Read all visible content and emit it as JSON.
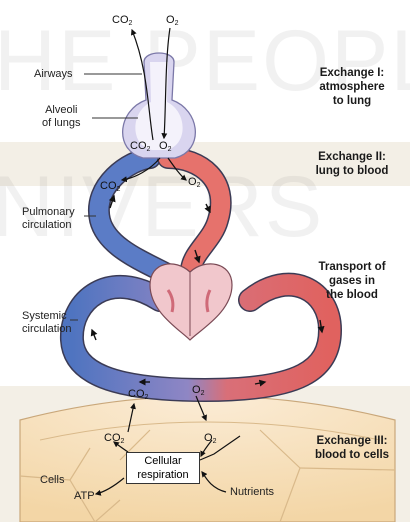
{
  "header": {
    "title": ""
  },
  "watermark": {
    "line1": "HE PEOPL",
    "line2": "NIVERS"
  },
  "stages": [
    {
      "id": "exchange1",
      "lines": [
        "Exchange I:",
        "atmosphere",
        "to lung"
      ]
    },
    {
      "id": "exchange2",
      "lines": [
        "Exchange II:",
        "lung to blood"
      ]
    },
    {
      "id": "transport",
      "lines": [
        "Transport of",
        "gases in",
        "the blood"
      ]
    },
    {
      "id": "exchange3",
      "lines": [
        "Exchange III:",
        "blood to cells"
      ]
    }
  ],
  "labels": {
    "airways": "Airways",
    "alveoli": [
      "Alveoli",
      "of lungs"
    ],
    "pulmonary": [
      "Pulmonary",
      "circulation"
    ],
    "systemic": [
      "Systemic",
      "circulation"
    ],
    "cells": "Cells",
    "atp": "ATP",
    "nutrients": "Nutrients",
    "cellular_respiration": [
      "Cellular",
      "respiration"
    ]
  },
  "gases": {
    "co2": {
      "base": "CO",
      "sub": "2"
    },
    "o2": {
      "base": "O",
      "sub": "2"
    }
  },
  "colors": {
    "oxygenated": "#e8706c",
    "deoxygenated": "#5b7fc4",
    "band": "#f2ede4",
    "cells_fill": "#f8e6c8",
    "alveoli_fill": "#d8d4ee"
  }
}
